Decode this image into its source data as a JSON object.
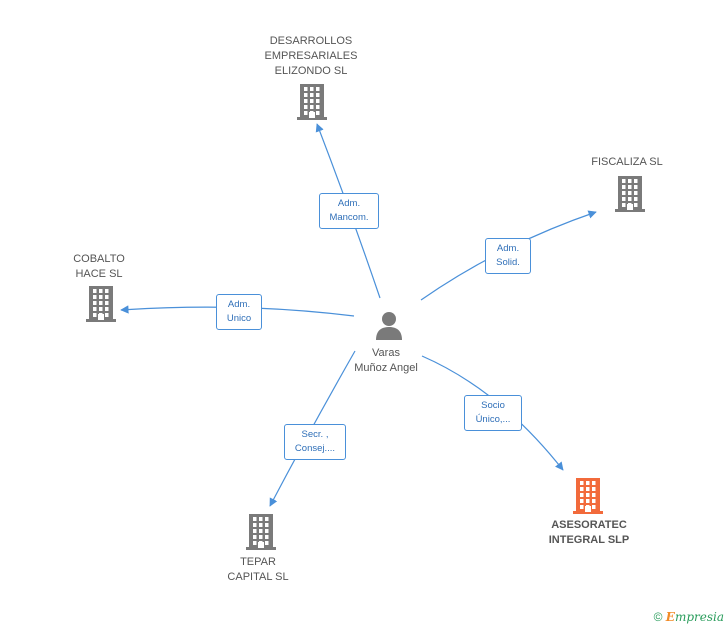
{
  "center": {
    "name_line1": "Varas",
    "name_line2": "Muñoz Angel",
    "icon": "person-icon"
  },
  "nodes": [
    {
      "id": "desarrollos",
      "lines": [
        "DESARROLLOS",
        "EMPRESARIALES",
        "ELIZONDO SL"
      ],
      "icon": "building-icon",
      "highlight": false
    },
    {
      "id": "fiscaliza",
      "lines": [
        "FISCALIZA SL"
      ],
      "icon": "building-icon",
      "highlight": false
    },
    {
      "id": "cobalto",
      "lines": [
        "COBALTO",
        "HACE SL"
      ],
      "icon": "building-icon",
      "highlight": false
    },
    {
      "id": "tepar",
      "lines": [
        "TEPAR",
        "CAPITAL SL"
      ],
      "icon": "building-icon",
      "highlight": false
    },
    {
      "id": "asesoratec",
      "lines": [
        "ASESORATEC",
        "INTEGRAL SLP"
      ],
      "icon": "building-icon",
      "highlight": true
    }
  ],
  "edges": [
    {
      "to": "desarrollos",
      "label": [
        "Adm.",
        "Mancom."
      ]
    },
    {
      "to": "fiscaliza",
      "label": [
        "Adm.",
        "Solid."
      ]
    },
    {
      "to": "cobalto",
      "label": [
        "Adm.",
        "Unico"
      ]
    },
    {
      "to": "tepar",
      "label": [
        "Secr. ,",
        "Consej...."
      ]
    },
    {
      "to": "asesoratec",
      "label": [
        "Socio",
        "Único,..."
      ]
    }
  ],
  "colors": {
    "edge": "#4a90d9",
    "building": "#7a7a7a",
    "building_highlight": "#f26a3b",
    "person": "#7a7a7a"
  },
  "footer": {
    "copyright": "©",
    "brand_first": "E",
    "brand_rest": "mpresia"
  }
}
